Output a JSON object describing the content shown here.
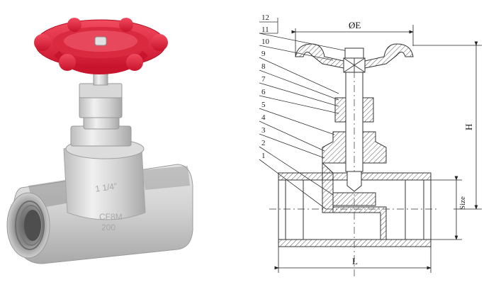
{
  "photo": {
    "subject": "stainless steel globe valve with red handwheel",
    "body_markings": [
      "1 1/4\"",
      "CF8M",
      "200"
    ],
    "colors": {
      "handwheel": "#e0203a",
      "steel": "#c8c8c8",
      "steel_dark": "#9a9a9a"
    }
  },
  "drawing": {
    "part_numbers": [
      "12",
      "11",
      "10",
      "9",
      "8",
      "7",
      "6",
      "5",
      "4",
      "3",
      "2",
      "1"
    ],
    "dimensions": {
      "handwheel_diameter": "ØE",
      "height": "H",
      "length": "L",
      "size": "Size"
    },
    "colors": {
      "line": "#333333",
      "hatch": "#555555"
    }
  }
}
